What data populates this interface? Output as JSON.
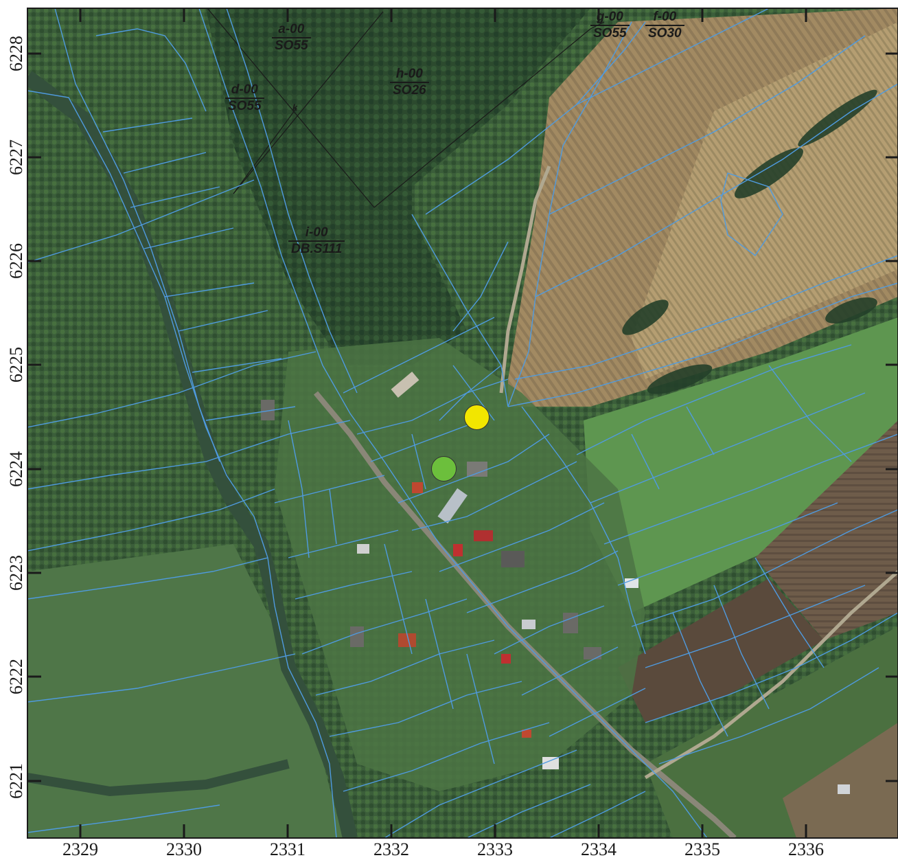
{
  "map": {
    "x_ticks": [
      "2329",
      "2330",
      "2331",
      "2332",
      "2333",
      "2334",
      "2335",
      "2336"
    ],
    "y_ticks": [
      "6228",
      "6227",
      "6226",
      "6225",
      "6224",
      "6223",
      "6222",
      "6221"
    ],
    "forest_labels": [
      {
        "top": "a-00",
        "bottom": "SO55"
      },
      {
        "top": "h-00",
        "bottom": "SO26"
      },
      {
        "top": "d-00",
        "bottom": "SO55"
      },
      {
        "top": "i-00",
        "bottom": "DB.S111"
      },
      {
        "top": "g-00",
        "bottom": "SO55"
      },
      {
        "top": "f-00",
        "bottom": "SO30"
      }
    ],
    "vertex_label": "k",
    "markers": [
      {
        "name": "yellow-point-marker",
        "color": "#f2e600"
      },
      {
        "name": "green-point-marker",
        "color": "#6cbf3c"
      }
    ],
    "colors": {
      "parcel_lines": "#4f9be0",
      "forest_division_lines": "#1a1a1a",
      "frame": "#1a1a1a"
    }
  }
}
